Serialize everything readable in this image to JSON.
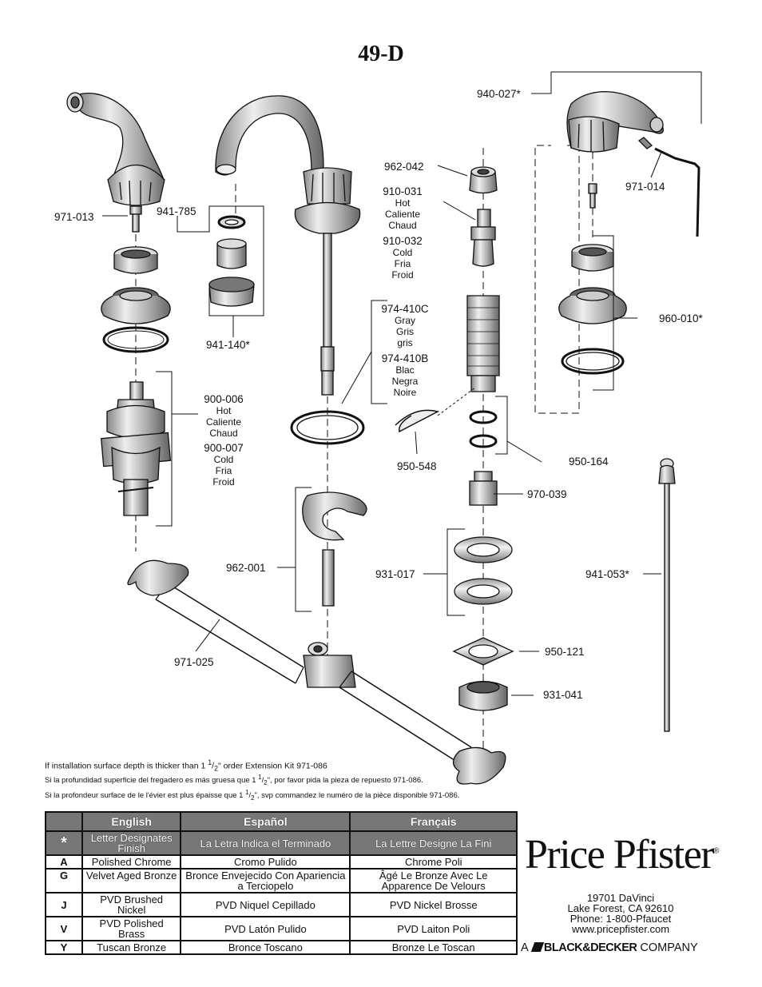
{
  "title": "49-D",
  "labels": {
    "p940027": "940-027*",
    "p962042": "962-042",
    "p910031": "910-031",
    "p910031_sub": [
      "Hot",
      "Caliente",
      "Chaud"
    ],
    "p910032": "910-032",
    "p910032_sub": [
      "Cold",
      "Fria",
      "Froid"
    ],
    "p971014": "971-014",
    "p971013": "971-013",
    "p941785": "941-785",
    "p941140": "941-140*",
    "p974410c": "974-410C",
    "p974410c_sub": [
      "Gray",
      "Gris",
      "gris"
    ],
    "p974410b": "974-410B",
    "p974410b_sub": [
      "Blac",
      "Negra",
      "Noire"
    ],
    "p960010": "960-010*",
    "p900006": "900-006",
    "p900006_sub": [
      "Hot",
      "Caliente",
      "Chaud"
    ],
    "p900007": "900-007",
    "p900007_sub": [
      "Cold",
      "Fria",
      "Froid"
    ],
    "p950548": "950-548",
    "p950164": "950-164",
    "p970039": "970-039",
    "p962001": "962-001",
    "p931017": "931-017",
    "p941053": "941-053*",
    "p950121": "950-121",
    "p931041": "931-041",
    "p971025": "971-025"
  },
  "notes": {
    "en_pre": "If installation surface depth is thicker than 1 ",
    "en_post": "\" order Extension Kit 971-086",
    "es_pre": "Si la profundidad superficie del fregadero es más gruesa que 1 ",
    "es_post": "\", por favor pida la pieza de repuesto 971-086.",
    "fr_pre": "Si la profondeur surface de le l'évier est plus épaisse que 1 ",
    "fr_post": "\", svp commandez le numéro de la pièce disponible 971-086.",
    "num": "1",
    "den": "2"
  },
  "finish_table": {
    "headers": [
      "English",
      "Español",
      "Français"
    ],
    "star": {
      "code": "*",
      "values": [
        "Letter Designates Finish",
        "La Letra Indica el Terminado",
        "La Lettre Designe La Fini"
      ]
    },
    "rows": [
      {
        "code": "A",
        "values": [
          "Polished Chrome",
          "Cromo Pulido",
          "Chrome Poli"
        ]
      },
      {
        "code": "G",
        "values": [
          "Velvet Aged Bronze",
          "Bronce Envejecido Con Apariencia a Terciopelo",
          "Âgé Le Bronze Avec Le Apparence De Velours"
        ]
      },
      {
        "code": "J",
        "values": [
          "PVD Brushed Nickel",
          "PVD Niquel Cepillado",
          "PVD Nickel Brosse"
        ]
      },
      {
        "code": "V",
        "values": [
          "PVD Polished Brass",
          "PVD Latón Pulido",
          "PVD Laiton Poli"
        ]
      },
      {
        "code": "Y",
        "values": [
          "Tuscan Bronze",
          "Bronce Toscano",
          "Bronze Le Toscan"
        ]
      }
    ]
  },
  "brand": {
    "name": "Price Pfister",
    "reg": "®",
    "address": [
      "19701 DaVinci",
      "Lake Forest, CA 92610",
      "Phone: 1-800-Pfaucet",
      "www.pricepfister.com"
    ],
    "company_prefix": "A",
    "company_name": "BLACK&DECKER",
    "company_suffix": "COMPANY"
  }
}
